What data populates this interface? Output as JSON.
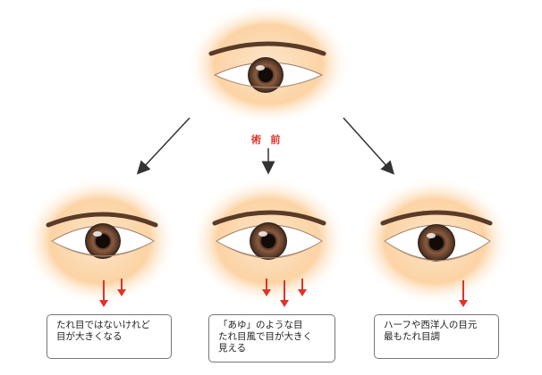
{
  "center_label": "術 前",
  "captions": [
    "たれ目ではないけれど\n目が大きくなる",
    "「あゆ」のような目\nたれ目風で目が大きく\n見える",
    "ハーフや西洋人の目元\n最もたれ目調"
  ],
  "colors": {
    "skin_center": "#fde3c4",
    "skin_edge": "#fbc78d",
    "iris_outer": "#3b2a22",
    "iris_inner": "#8b5a3c",
    "arrow_red": "#e0322a",
    "arrow_dark": "#333333"
  }
}
